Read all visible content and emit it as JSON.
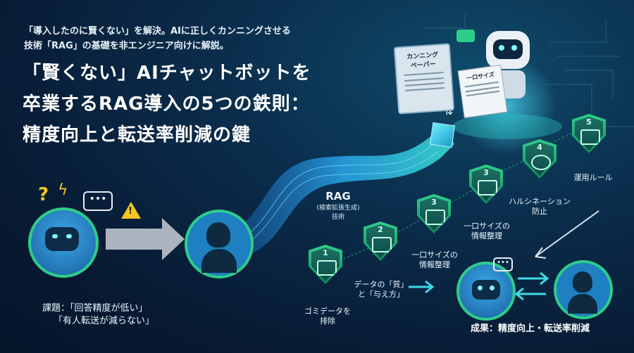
{
  "header": {
    "subtitle_line1": "「導入したのに賢くない」を解決。AIに正しくカンニングさせる",
    "subtitle_line2": "技術「RAG」の基礎を非エンジニア向けに解説。",
    "title_line1": "「賢くない」AIチャットボットを",
    "title_line2": "卒業するRAG導入の5つの鉄則：",
    "title_line3": "精度向上と転送率削減の鍵"
  },
  "problem": {
    "label_line1": "課題：「回答精度が低い」",
    "label_line2": "「有人転送が減らない」"
  },
  "rag_bridge": {
    "label": "RAG",
    "sublabel": "(検索拡張生成)",
    "sublabel2": "技術"
  },
  "cheat_sheet": {
    "label_line1": "カンニング",
    "label_line2": "ペーパー",
    "doc_title": "一口サイズ"
  },
  "steps": [
    {
      "number": "1",
      "label_line1": "ゴミデータを",
      "label_line2": "排除",
      "icon": "trash-icon"
    },
    {
      "number": "2",
      "label_line1": "データの「質」",
      "label_line2": "と「与え方」",
      "icon": "cube-icon"
    },
    {
      "number": "3",
      "label_line1": "一口サイズの",
      "label_line2": "情報整理",
      "icon": "grid-icon"
    },
    {
      "number": "3",
      "label_line1": "一口サイズの",
      "label_line2": "情報整理",
      "icon": "blocks-icon"
    },
    {
      "number": "4",
      "label_line1": "ハルシネーション",
      "label_line2": "防止",
      "icon": "brain-icon"
    },
    {
      "number": "5",
      "label_line1": "運用ルール",
      "label_line2": "",
      "icon": "doc-gear-icon"
    }
  ],
  "result": {
    "label": "成果：精度向上・転送率削減"
  },
  "colors": {
    "accent_green": "#2ecc8a",
    "bg_dark": "#081c36",
    "warning_yellow": "#f3c623"
  }
}
